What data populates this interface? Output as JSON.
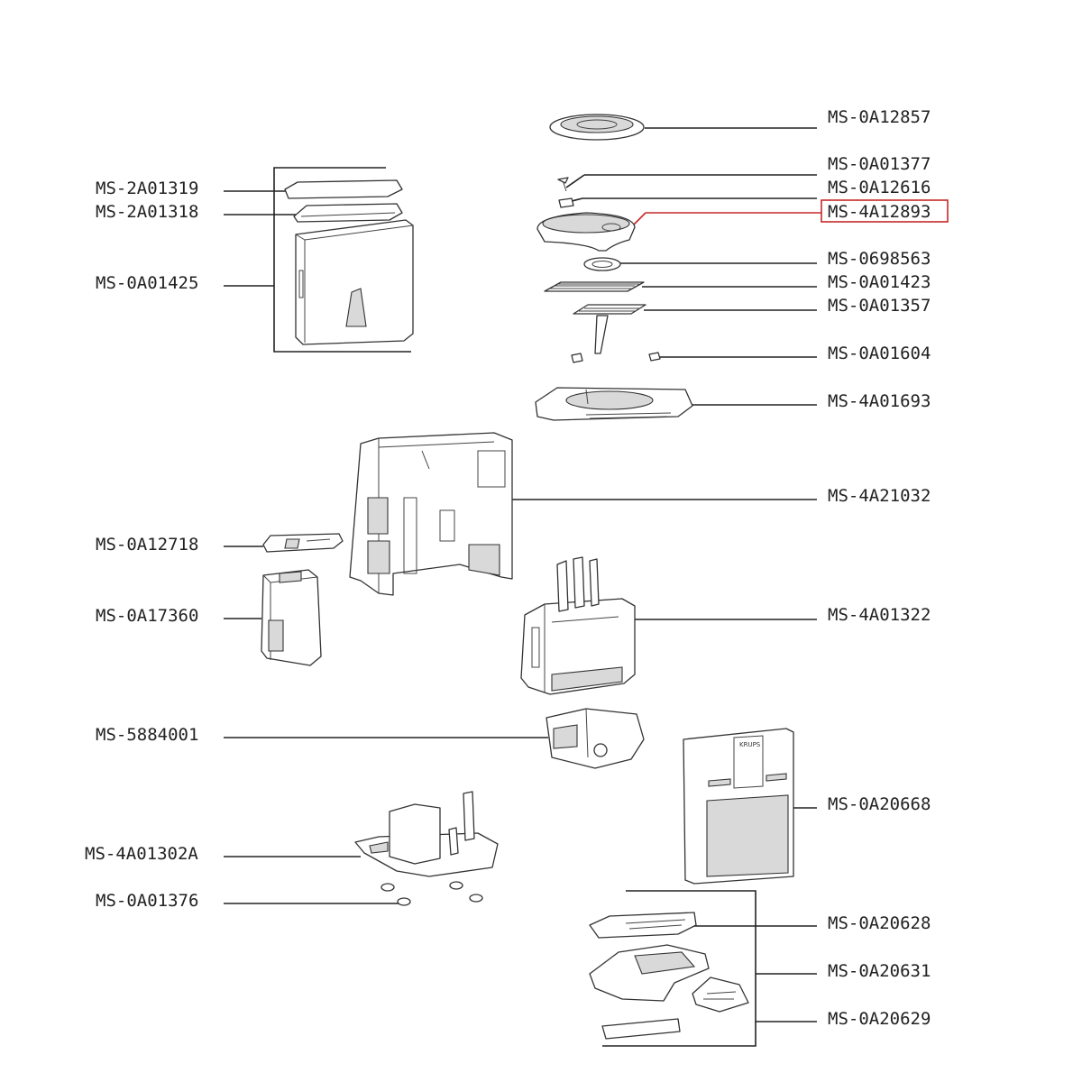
{
  "labels": {
    "ms_0a12857": "MS-0A12857",
    "ms_0a01377": "MS-0A01377",
    "ms_0a12616": "MS-0A12616",
    "ms_4a12893": "MS-4A12893",
    "ms_0698563": "MS-0698563",
    "ms_0a01423": "MS-0A01423",
    "ms_0a01357": "MS-0A01357",
    "ms_0a01604": "MS-0A01604",
    "ms_4a01693": "MS-4A01693",
    "ms_4a21032": "MS-4A21032",
    "ms_4a01322": "MS-4A01322",
    "ms_0a20668": "MS-0A20668",
    "ms_0a20628": "MS-0A20628",
    "ms_0a20631": "MS-0A20631",
    "ms_0a20629": "MS-0A20629",
    "ms_2a01319": "MS-2A01319",
    "ms_2a01318": "MS-2A01318",
    "ms_0a01425": "MS-0A01425",
    "ms_0a12718": "MS-0A12718",
    "ms_0a17360": "MS-0A17360",
    "ms_5884001": "MS-5884001",
    "ms_4a01302a": "MS-4A01302A",
    "ms_0a01376": "MS-0A01376"
  },
  "highlighted_part": "MS-4A12893",
  "highlight_color": "#c62828",
  "brand_mark": "KRUPS"
}
